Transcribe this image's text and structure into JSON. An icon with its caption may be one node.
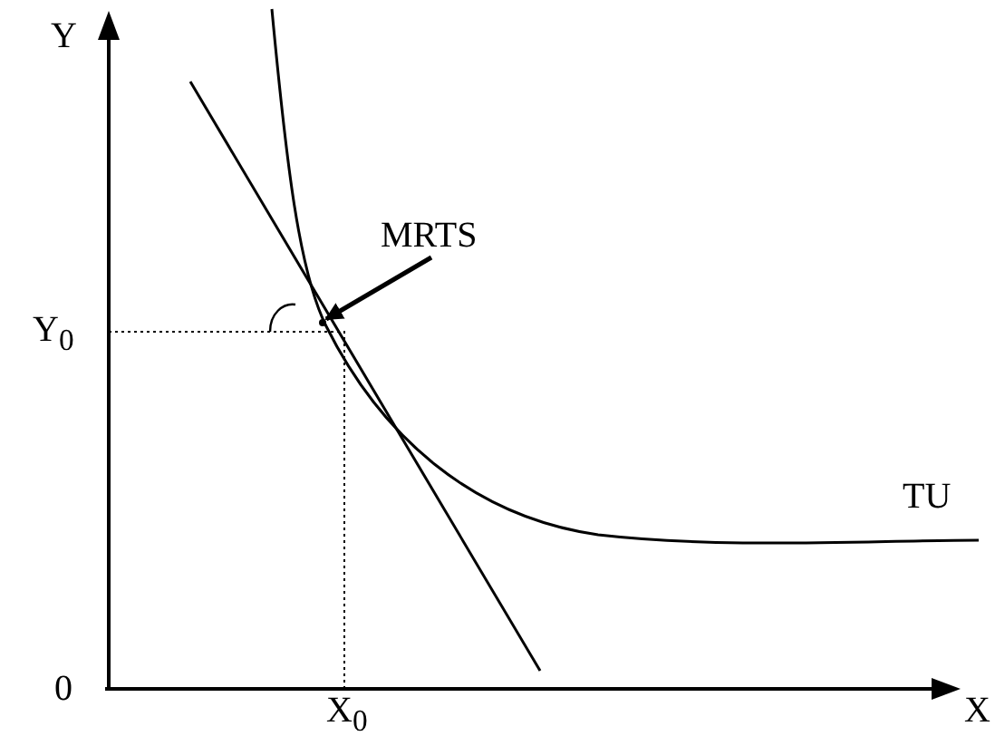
{
  "diagram": {
    "nodes": [
      {
        "text": [
          "MRTS"
        ]
      },
      {
        "text": [],
        "shape": "point"
      }
    ],
    "edges": [
      {
        "from": 0,
        "to": 1,
        "arrow": "to"
      }
    ],
    "labels": [
      "Y",
      "Y$_{0}$",
      "TU",
      "0",
      "X$_{0}$",
      "X"
    ]
  }
}
